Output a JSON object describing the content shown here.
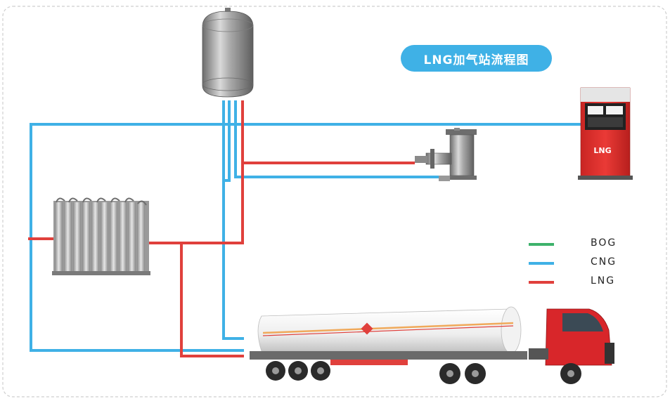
{
  "diagram": {
    "title": "LNG加气站流程图",
    "dispenser_label": "LNG",
    "colors": {
      "cng_line": "#3fb1e6",
      "lng_line": "#e0403c",
      "bog_line": "#3db26b",
      "frame": "#cfcfcf",
      "title_bg": "#3fb1e6"
    },
    "legend": [
      {
        "label": "BOG",
        "color": "#3db26b"
      },
      {
        "label": "CNG",
        "color": "#3fb1e6"
      },
      {
        "label": "LNG",
        "color": "#e0403c"
      }
    ],
    "components": [
      {
        "name": "storage-tank",
        "icon": "vertical-storage-tank-icon"
      },
      {
        "name": "vaporizer",
        "icon": "ambient-air-vaporizer-icon"
      },
      {
        "name": "pump-skid",
        "icon": "submerged-pump-icon"
      },
      {
        "name": "dispenser",
        "icon": "lng-dispenser-icon"
      },
      {
        "name": "tanker-truck",
        "icon": "lng-tanker-truck-icon"
      }
    ]
  }
}
